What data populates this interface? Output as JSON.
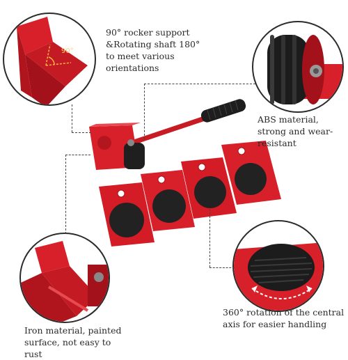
{
  "captions": {
    "top_left": "90° rocker support &Rotating shaft 180° to meet various orientations",
    "top_right": "ABS material, strong and wear-resistant",
    "bottom_right": "360° rotation of the central axis for easier handling",
    "bottom_left": "Iron material, painted surface, not easy to rust"
  },
  "angle_label": "90°",
  "colors": {
    "red": "#d8202a",
    "dark_red": "#a3121a",
    "rubber": "#222222",
    "border": "#2b2b2b"
  },
  "icons": [
    "rocker-support-detail",
    "wheel-roller-detail",
    "rotation-pad-detail",
    "iron-frame-detail",
    "lever-bar",
    "furniture-slider"
  ]
}
